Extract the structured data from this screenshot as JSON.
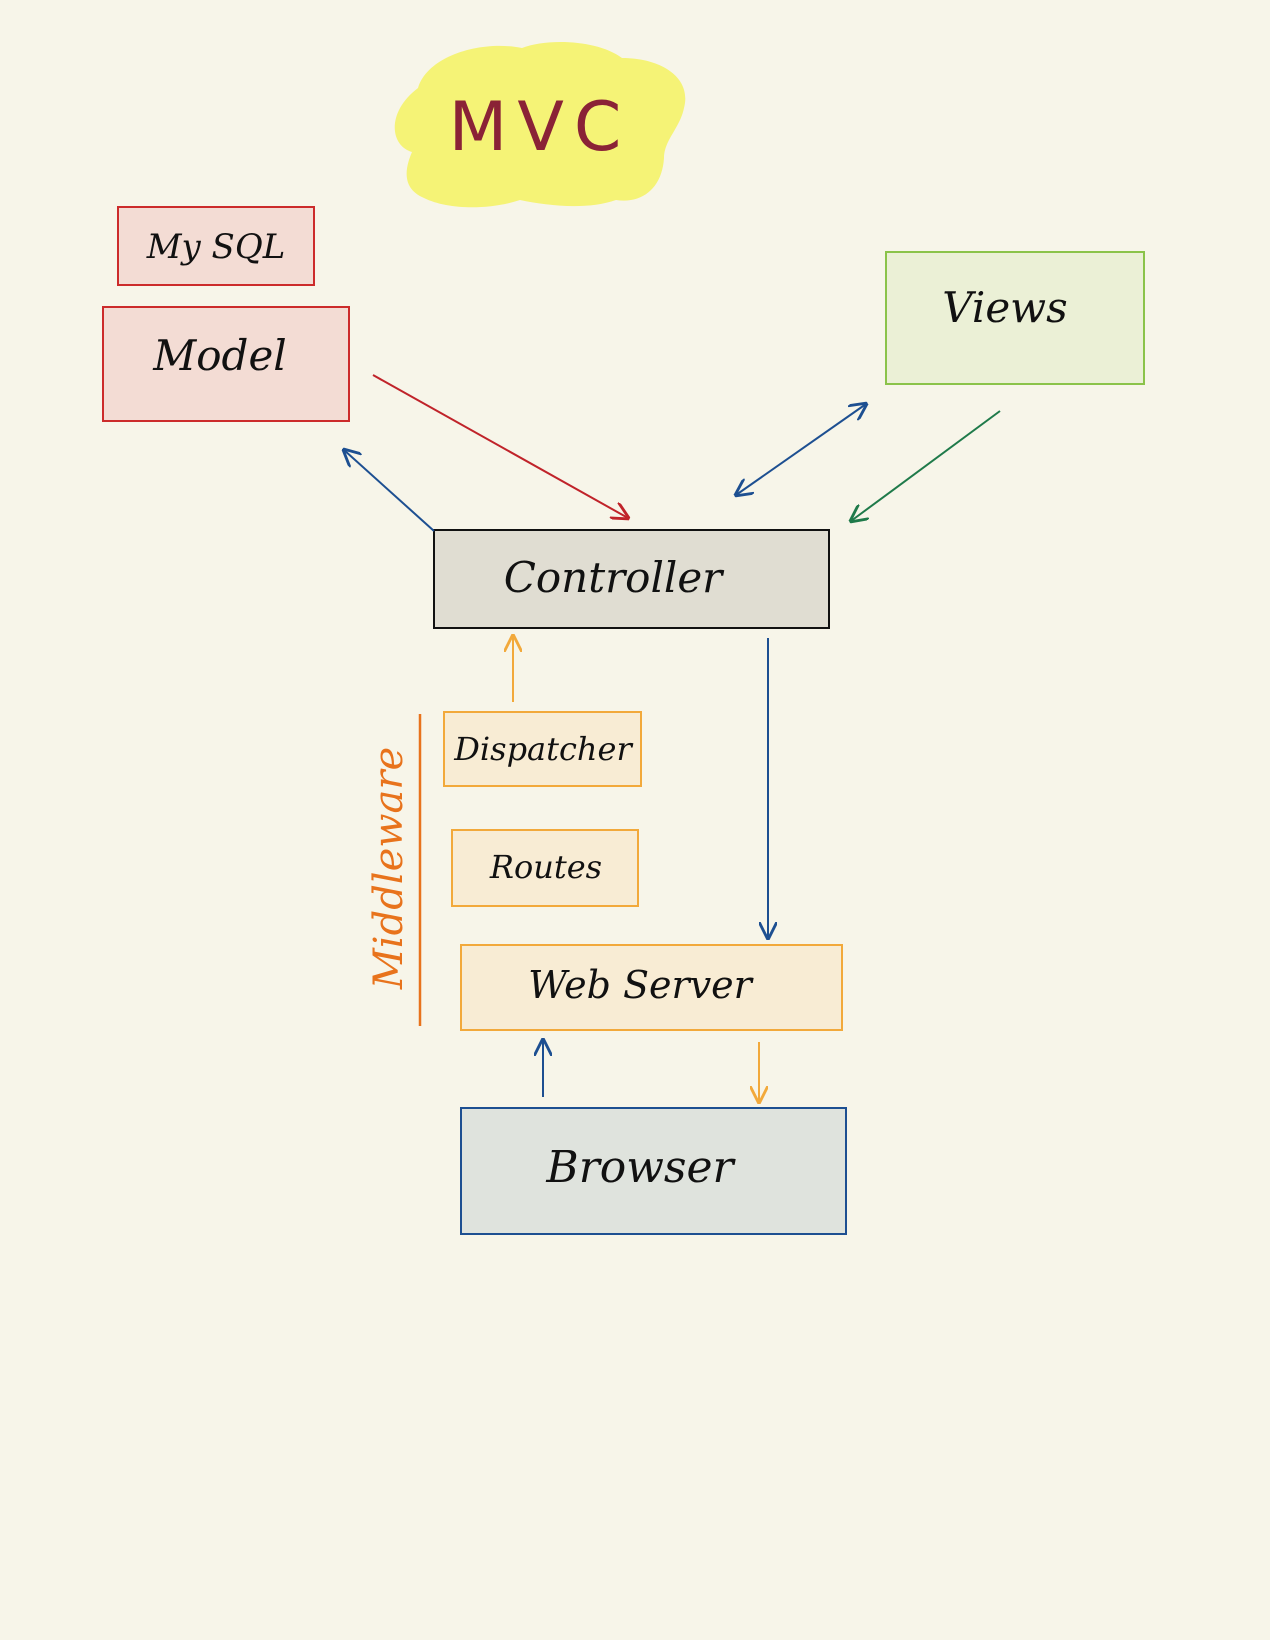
{
  "title": "MVC",
  "side_label": "Middleware",
  "nodes": {
    "mysql": {
      "label": "My SQL"
    },
    "model": {
      "label": "Model"
    },
    "views": {
      "label": "Views"
    },
    "controller": {
      "label": "Controller"
    },
    "dispatcher": {
      "label": "Dispatcher"
    },
    "routes": {
      "label": "Routes"
    },
    "web_server": {
      "label": "Web Server"
    },
    "browser": {
      "label": "Browser"
    }
  },
  "colors": {
    "background": "#f7f5e9",
    "title_highlight": "#f5f376",
    "title_text": "#8a2236",
    "model_stroke": "#cc2b2b",
    "model_fill": "#f3dcd4",
    "views_stroke": "#8bc34a",
    "views_fill": "#ebf0d6",
    "controller_stroke": "#111111",
    "controller_fill": "#e0ddd2",
    "middleware_stroke": "#f2a93b",
    "middleware_fill": "#f8ecd4",
    "browser_stroke": "#1d4f91",
    "browser_fill": "#dfe3dd",
    "arrow_red": "#c0232a",
    "arrow_blue": "#1d4f91",
    "arrow_green": "#1f7a4a",
    "arrow_orange": "#f2a93b",
    "middleware_label": "#e8731c"
  }
}
